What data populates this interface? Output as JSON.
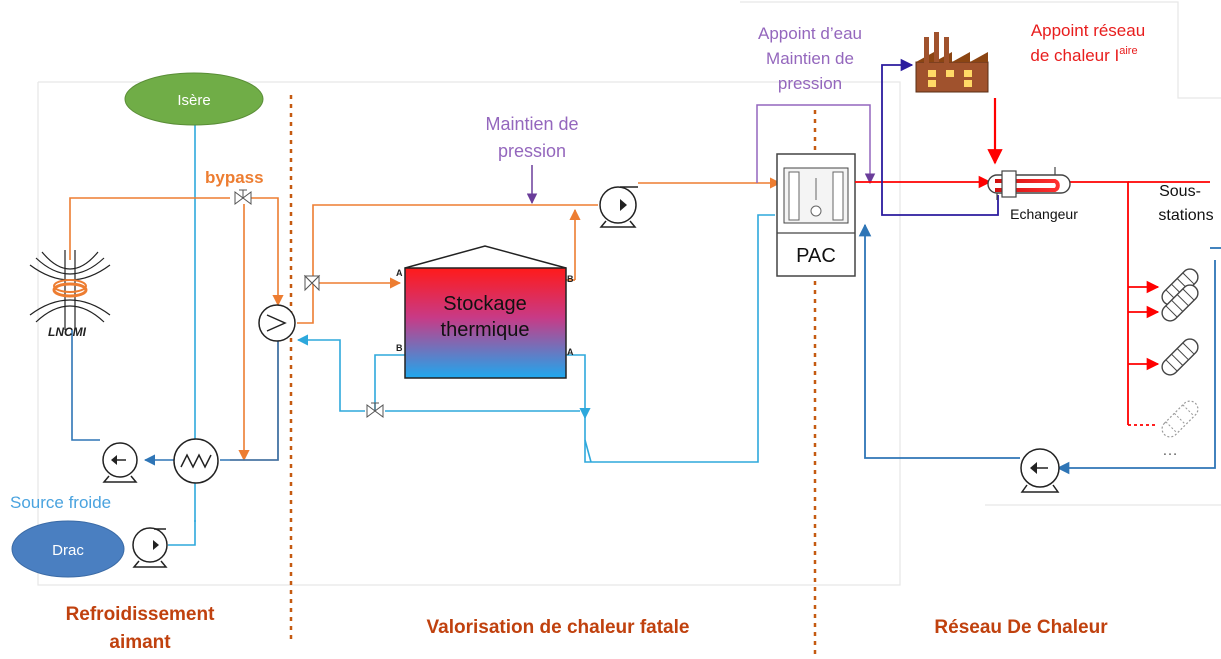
{
  "labels": {
    "isere": "Isère",
    "drac": "Drac",
    "source_froide": "Source froide",
    "bypass": "bypass",
    "lncmi": "LNCMI",
    "maintien_pression": [
      "Maintien de",
      "pression"
    ],
    "appoint_eau": [
      "Appoint d’eau",
      "Maintien de",
      "pression"
    ],
    "appoint_reseau_line1": "Appoint réseau",
    "appoint_reseau_line2": "de chaleur I",
    "appoint_reseau_sup": "aire",
    "stockage": [
      "Stockage",
      "thermique"
    ],
    "pac": "PAC",
    "echangeur": "Echangeur",
    "sous_stations": [
      "Sous-",
      "stations"
    ],
    "ellipsis": "…",
    "port_A": "A",
    "port_B": "B"
  },
  "sections": {
    "refroidissement": [
      "Refroidissement",
      "aimant"
    ],
    "valorisation": "Valorisation de chaleur fatale",
    "reseau": "Réseau De Chaleur"
  },
  "colors": {
    "hot": "#ED7D31",
    "cold": "#2EA8DC",
    "red": "#FF0000",
    "purple": "#9467BD",
    "navy": "#2B1B9E",
    "divider": "#C55A11",
    "section_text": "#C0410E",
    "green": "#70AD47",
    "blue_oval": "#4A7FC1"
  }
}
